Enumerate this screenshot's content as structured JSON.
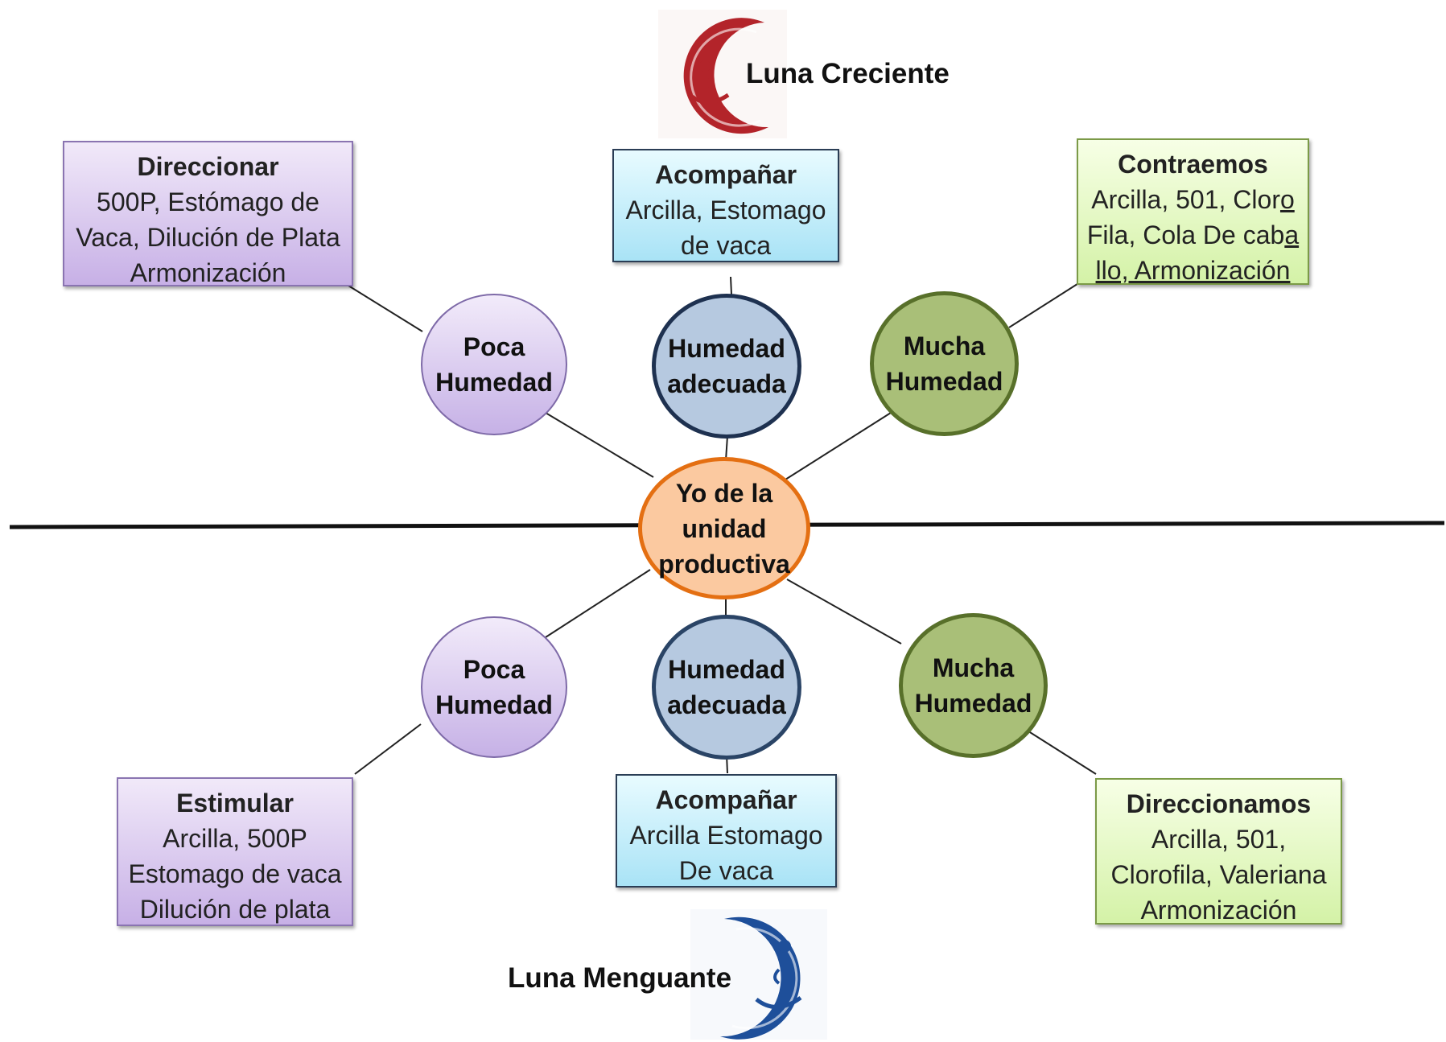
{
  "colors": {
    "axis_line": "#111111",
    "connector": "#222222",
    "moon_creciente": "#b3242a",
    "moon_menguante": "#1e4f9a",
    "center_fill": "#fbc9a0",
    "center_border": "#e46f12"
  },
  "moons": {
    "top": {
      "label": "Luna Creciente",
      "icon": "crescent-moon-face-icon"
    },
    "bottom": {
      "label": "Luna Menguante",
      "icon": "waning-moon-face-icon"
    }
  },
  "center": {
    "lines": [
      "Yo de la",
      "unidad",
      "productiva"
    ]
  },
  "upper": {
    "nodes": {
      "poca": [
        "Poca",
        "Humedad"
      ],
      "adecuada": [
        "Humedad",
        "adecuada"
      ],
      "mucha": [
        "Mucha",
        "Humedad"
      ]
    },
    "boxes": {
      "left": {
        "title": "Direccionar",
        "lines": [
          "500P, Estómago de",
          "Vaca, Dilución de Plata",
          "Armonización"
        ]
      },
      "middle": {
        "title": "Acompañar",
        "lines": [
          "Arcilla, Estomago",
          "de vaca"
        ]
      },
      "right": {
        "title": "Contraemos",
        "line1": "Arcilla, 501, Clor",
        "line1_u": "o",
        "line2": "Fila, Cola De cab",
        "line2_u": "a",
        "line3": "llo, Armonización"
      }
    }
  },
  "lower": {
    "nodes": {
      "poca": [
        "Poca",
        "Humedad"
      ],
      "adecuada": [
        "Humedad",
        "adecuada"
      ],
      "mucha": [
        "Mucha",
        "Humedad"
      ]
    },
    "boxes": {
      "left": {
        "title": "Estimular",
        "lines": [
          "Arcilla, 500P",
          "Estomago de vaca",
          "Dilución de plata"
        ]
      },
      "middle": {
        "title": "Acompañar",
        "lines": [
          "Arcilla Estomago",
          "De vaca"
        ]
      },
      "right": {
        "title": "Direccionamos",
        "lines": [
          "Arcilla, 501,",
          "Clorofila, Valeriana",
          "Armonización"
        ]
      }
    }
  }
}
